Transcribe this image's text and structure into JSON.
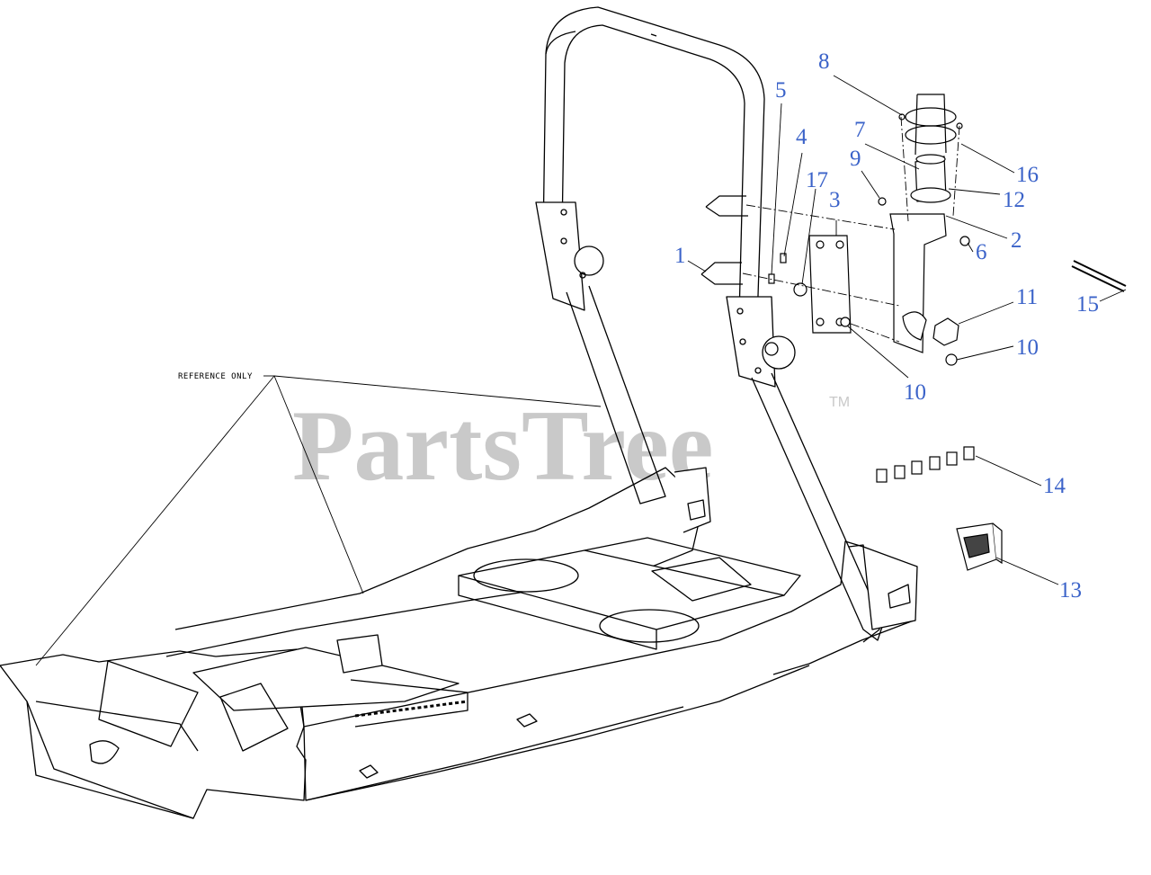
{
  "watermark": {
    "text": "PartsTree",
    "tm": "TM",
    "color": "#c9c9c9"
  },
  "reference_note": "REFERENCE ONLY",
  "callout_color": "#3b63c9",
  "callouts": [
    {
      "id": "1",
      "label": "1"
    },
    {
      "id": "2",
      "label": "2"
    },
    {
      "id": "3",
      "label": "3"
    },
    {
      "id": "4",
      "label": "4"
    },
    {
      "id": "5",
      "label": "5"
    },
    {
      "id": "6",
      "label": "6"
    },
    {
      "id": "7",
      "label": "7"
    },
    {
      "id": "8",
      "label": "8"
    },
    {
      "id": "9",
      "label": "9"
    },
    {
      "id": "10a",
      "label": "10"
    },
    {
      "id": "10b",
      "label": "10"
    },
    {
      "id": "11",
      "label": "11"
    },
    {
      "id": "12",
      "label": "12"
    },
    {
      "id": "13",
      "label": "13"
    },
    {
      "id": "14",
      "label": "14"
    },
    {
      "id": "15",
      "label": "15"
    },
    {
      "id": "16",
      "label": "16"
    },
    {
      "id": "17",
      "label": "17"
    }
  ]
}
